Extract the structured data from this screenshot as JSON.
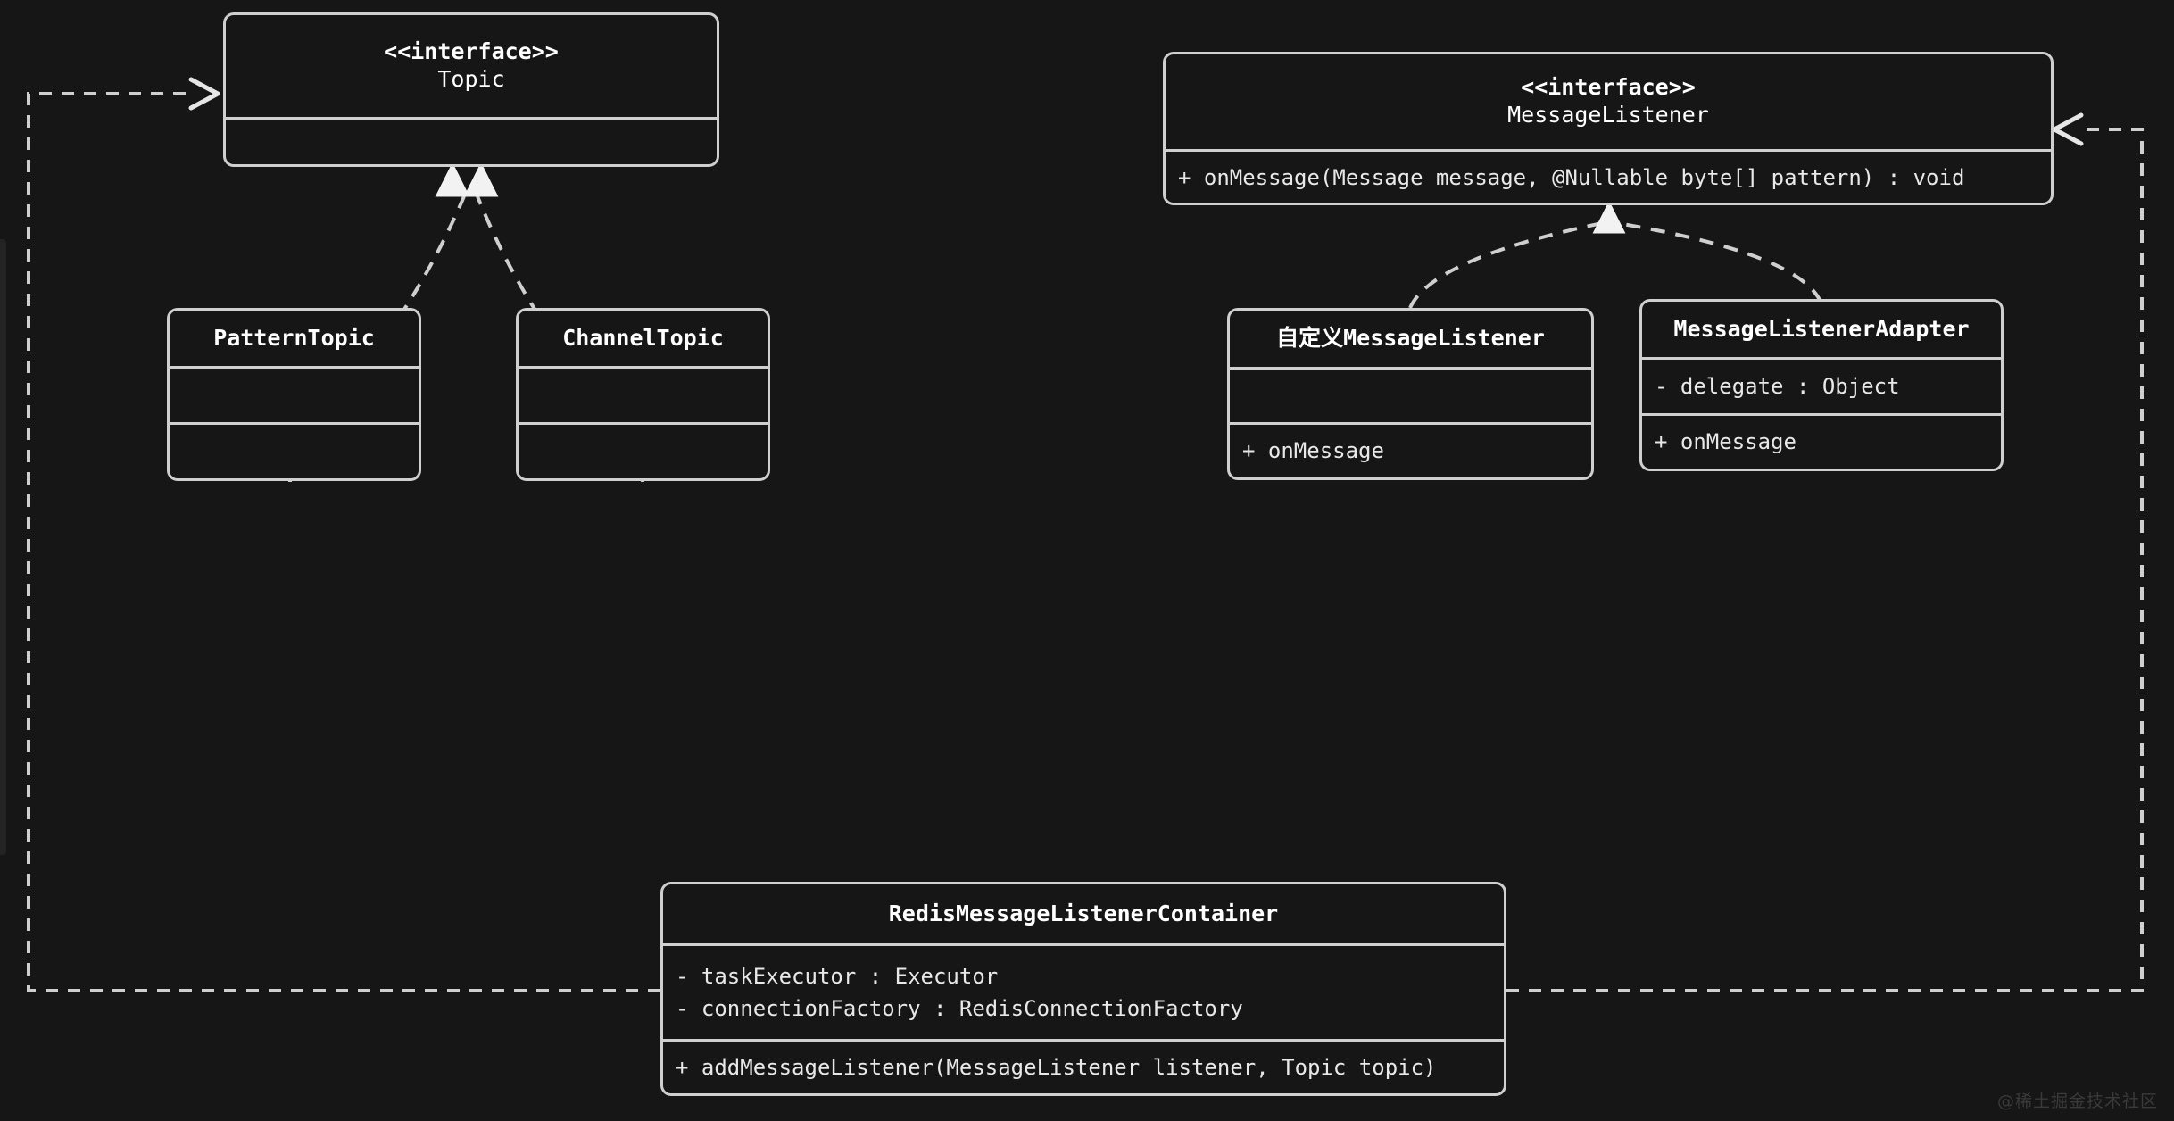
{
  "diagram": {
    "type": "uml-class-diagram",
    "background_color": "#161616",
    "line_color": "#cfcfcf",
    "text_color": "#ffffff",
    "watermark": "@稀土掘金技术社区"
  },
  "classes": {
    "topic": {
      "stereotype": "<<interface>>",
      "name": "Topic",
      "attributes": [],
      "methods": []
    },
    "message_listener": {
      "stereotype": "<<interface>>",
      "name": "MessageListener",
      "attributes": [],
      "methods": [
        "+ onMessage(Message message, @Nullable byte[] pattern) : void"
      ]
    },
    "pattern_topic": {
      "name": "PatternTopic",
      "attributes": [],
      "methods": []
    },
    "channel_topic": {
      "name": "ChannelTopic",
      "attributes": [],
      "methods": []
    },
    "custom_message_listener": {
      "name": "自定义MessageListener",
      "attributes": [],
      "methods": [
        "+ onMessage"
      ]
    },
    "message_listener_adapter": {
      "name": "MessageListenerAdapter",
      "attributes": [
        "- delegate : Object"
      ],
      "methods": [
        "+ onMessage"
      ]
    },
    "redis_container": {
      "name": "RedisMessageListenerContainer",
      "attributes": [
        "- taskExecutor : Executor",
        "- connectionFactory : RedisConnectionFactory"
      ],
      "methods": [
        "+ addMessageListener(MessageListener listener, Topic topic)"
      ]
    }
  },
  "relationships": [
    {
      "kind": "realization",
      "from": "PatternTopic",
      "to": "Topic"
    },
    {
      "kind": "realization",
      "from": "ChannelTopic",
      "to": "Topic"
    },
    {
      "kind": "realization",
      "from": "自定义MessageListener",
      "to": "MessageListener"
    },
    {
      "kind": "realization",
      "from": "MessageListenerAdapter",
      "to": "MessageListener"
    },
    {
      "kind": "dependency",
      "from": "RedisMessageListenerContainer",
      "to": "Topic"
    },
    {
      "kind": "dependency",
      "from": "RedisMessageListenerContainer",
      "to": "MessageListener"
    }
  ]
}
